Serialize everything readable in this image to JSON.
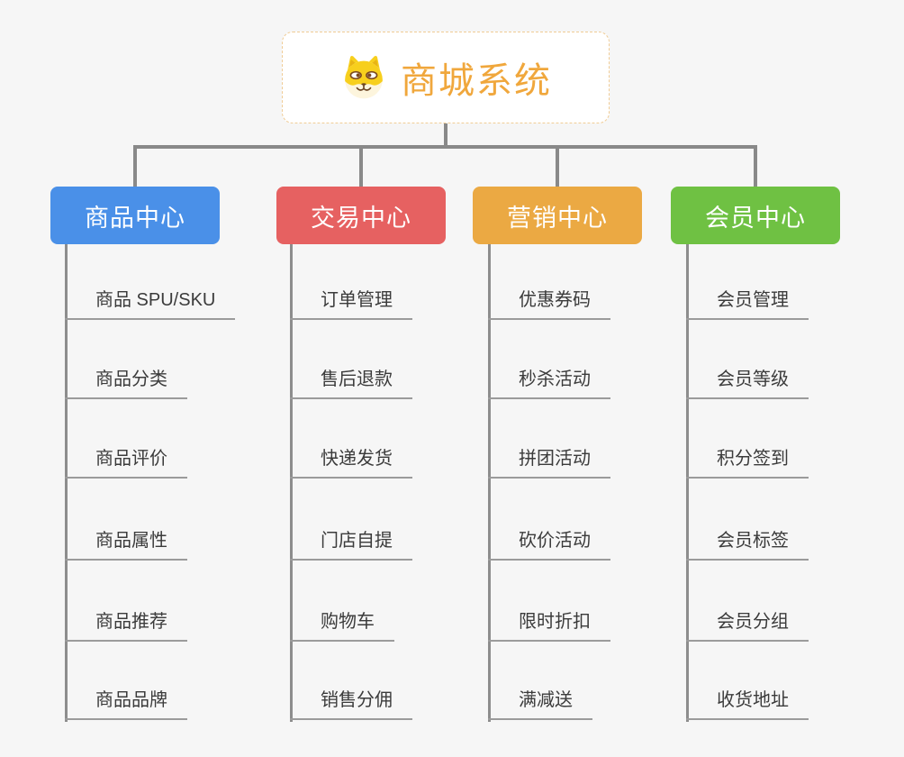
{
  "root": {
    "title": "商城系统",
    "icon": "dog-face-icon"
  },
  "colors": {
    "background": "#f6f6f6",
    "connector": "#898989",
    "underline": "#9b9b9b",
    "root_border": "#f0cc95",
    "root_text": "#f0a73c",
    "leaf_text": "#3b3b3b"
  },
  "branches": [
    {
      "label": "商品中心",
      "color": "#4a90e8",
      "items": [
        "商品 SPU/SKU",
        "商品分类",
        "商品评价",
        "商品属性",
        "商品推荐",
        "商品品牌"
      ]
    },
    {
      "label": "交易中心",
      "color": "#e66161",
      "items": [
        "订单管理",
        "售后退款",
        "快递发货",
        "门店自提",
        "购物车",
        "销售分佣"
      ]
    },
    {
      "label": "营销中心",
      "color": "#eba943",
      "items": [
        "优惠券码",
        "秒杀活动",
        "拼团活动",
        "砍价活动",
        "限时折扣",
        "满减送"
      ]
    },
    {
      "label": "会员中心",
      "color": "#6fc143",
      "items": [
        "会员管理",
        "会员等级",
        "积分签到",
        "会员标签",
        "会员分组",
        "收货地址"
      ]
    }
  ]
}
